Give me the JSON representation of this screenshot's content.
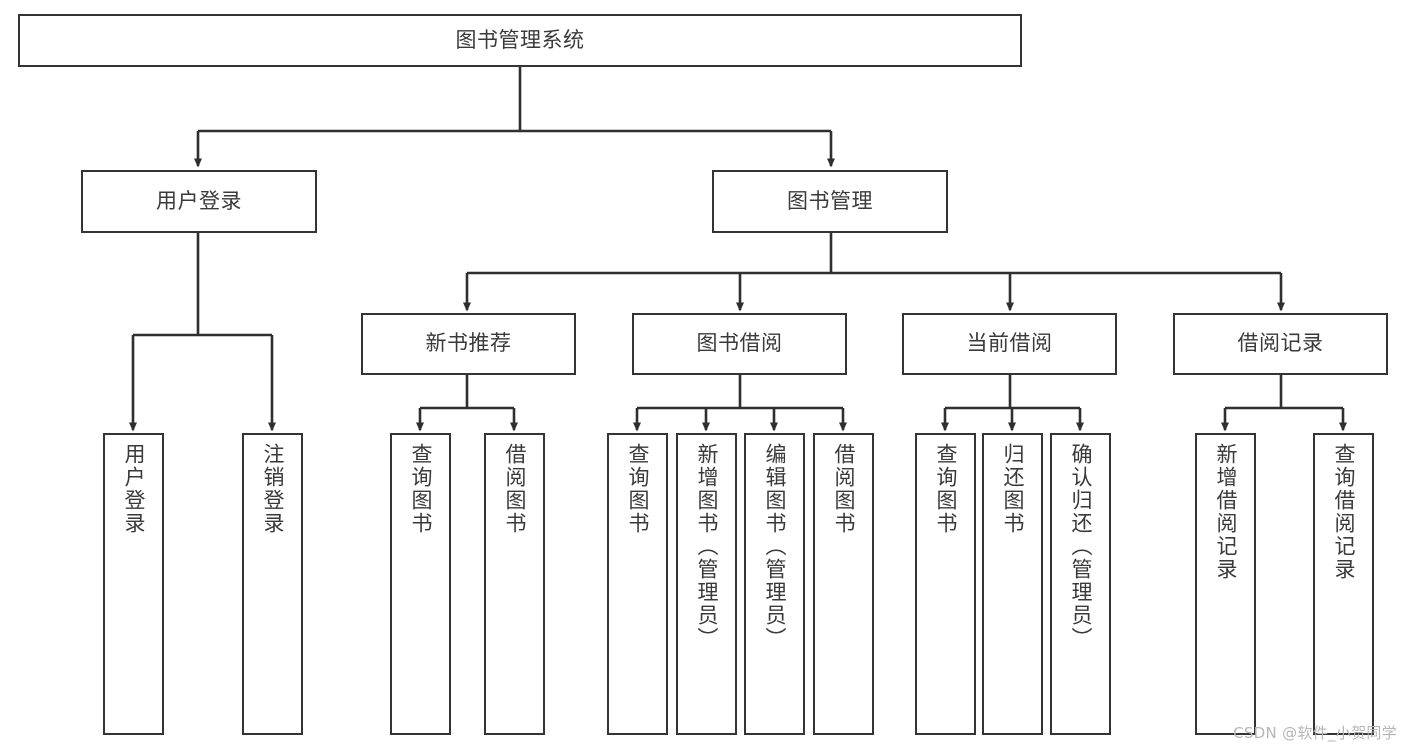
{
  "diagram": {
    "title": "图书管理系统",
    "type": "tree-hierarchy",
    "colors": {
      "box_border": "#343434",
      "box_fill": "#ffffff",
      "text": "#3a3a3a",
      "edge": "#2f2f2f",
      "background": "#ffffff",
      "watermark": "#b6b6b6"
    },
    "root": {
      "label": "图书管理系统"
    },
    "level2": [
      {
        "id": "user-login",
        "label": "用户登录"
      },
      {
        "id": "book-manage",
        "label": "图书管理"
      }
    ],
    "level3": [
      {
        "id": "new-book-rec",
        "label": "新书推荐"
      },
      {
        "id": "book-borrow",
        "label": "图书借阅"
      },
      {
        "id": "current-borrow",
        "label": "当前借阅"
      },
      {
        "id": "borrow-record",
        "label": "借阅记录"
      }
    ],
    "leaves": {
      "user_login": [
        {
          "id": "leaf-user-login",
          "label": "用户登录"
        },
        {
          "id": "leaf-logout",
          "label": "注销登录"
        }
      ],
      "new_book_rec": [
        {
          "id": "leaf-query-book-1",
          "label": "查询图书"
        },
        {
          "id": "leaf-borrow-book-1",
          "label": "借阅图书"
        }
      ],
      "book_borrow": [
        {
          "id": "leaf-query-book-2",
          "label": "查询图书"
        },
        {
          "id": "leaf-add-book",
          "label": "新增图书（管理员）"
        },
        {
          "id": "leaf-edit-book",
          "label": "编辑图书（管理员）"
        },
        {
          "id": "leaf-borrow-book-2",
          "label": "借阅图书"
        }
      ],
      "current_borrow": [
        {
          "id": "leaf-query-book-3",
          "label": "查询图书"
        },
        {
          "id": "leaf-return-book",
          "label": "归还图书"
        },
        {
          "id": "leaf-confirm-return",
          "label": "确认归还（管理员）"
        }
      ],
      "borrow_record": [
        {
          "id": "leaf-add-record",
          "label": "新增借阅记录"
        },
        {
          "id": "leaf-query-record",
          "label": "查询借阅记录"
        }
      ]
    }
  },
  "watermark": {
    "text": "CSDN @软件_小贺同学"
  }
}
